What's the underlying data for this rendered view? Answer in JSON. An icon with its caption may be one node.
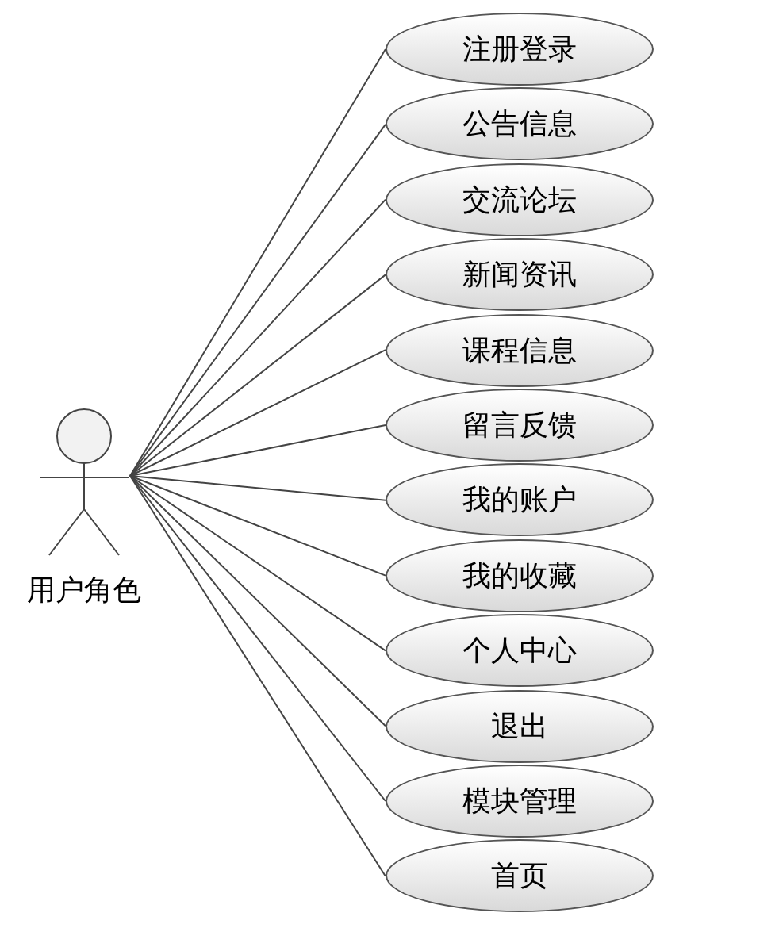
{
  "diagram": {
    "nodes": [
      {
        "text": [
          "用户角色"
        ]
      },
      {
        "text": [
          "注册登录"
        ]
      },
      {
        "text": [
          "公告信息"
        ]
      },
      {
        "text": [
          "交流论坛"
        ]
      },
      {
        "text": [
          "新闻资讯"
        ]
      },
      {
        "text": [
          "课程信息"
        ]
      },
      {
        "text": [
          "留言反馈"
        ]
      },
      {
        "text": [
          "我的账户"
        ]
      },
      {
        "text": [
          "我的收藏"
        ]
      },
      {
        "text": [
          "个人中心"
        ]
      },
      {
        "text": [
          "退出"
        ]
      },
      {
        "text": [
          "模块管理"
        ]
      },
      {
        "text": [
          "首页"
        ]
      }
    ],
    "edges": [
      {
        "from": 0,
        "to": 1,
        "arrow": "none"
      },
      {
        "from": 0,
        "to": 2,
        "arrow": "none"
      },
      {
        "from": 0,
        "to": 3,
        "arrow": "none"
      },
      {
        "from": 0,
        "to": 4,
        "arrow": "none"
      },
      {
        "from": 0,
        "to": 5,
        "arrow": "none"
      },
      {
        "from": 0,
        "to": 6,
        "arrow": "none"
      },
      {
        "from": 0,
        "to": 7,
        "arrow": "none"
      },
      {
        "from": 0,
        "to": 8,
        "arrow": "none"
      },
      {
        "from": 0,
        "to": 9,
        "arrow": "none"
      },
      {
        "from": 0,
        "to": 10,
        "arrow": "none"
      },
      {
        "from": 0,
        "to": 11,
        "arrow": "none"
      },
      {
        "from": 0,
        "to": 12,
        "arrow": "none"
      }
    ]
  }
}
